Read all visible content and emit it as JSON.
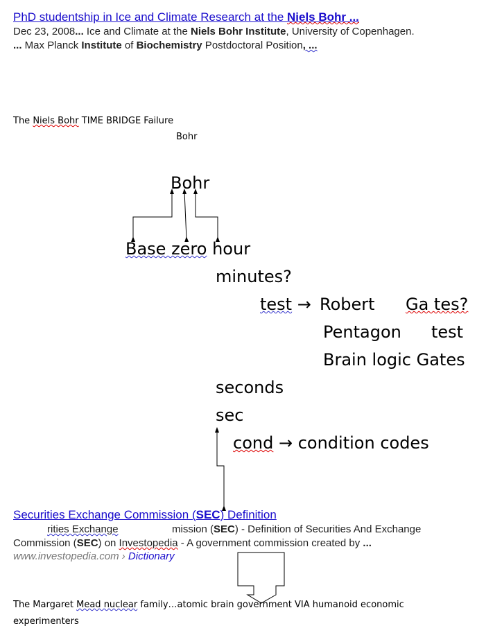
{
  "result1": {
    "title_pre": "PhD studentship in Ice and Climate Research at the ",
    "title_bold": "Niels Bohr ...",
    "line1": {
      "date": "Dec 23, 2008",
      "ell": "...",
      "a": " Ice and Climate at the ",
      "b": "Niels Bohr Institute",
      "c": ", University of Copenhagen."
    },
    "line2": {
      "ell": "...",
      "a": " Max Planck ",
      "b": "Institute",
      "c": " of ",
      "d": "Biochemistry",
      "e": " Postdoctoral Position",
      "f": ", ..."
    }
  },
  "heading": {
    "pre": "The ",
    "niels_bohr": "Niels  Bohr",
    "post": "  TIME BRIDGE Failure"
  },
  "small_bohr": "Bohr",
  "diagram": {
    "bohr": "Bohr",
    "base_zero": "Base  zero",
    "hour": " hour",
    "minutes": "minutes?",
    "test": "test",
    "arrow": "→",
    "robert": "Robert",
    "gates": "Ga tes?",
    "pentagon": "Pentagon",
    "test2": "test",
    "brain": "Brain logic Gates",
    "seconds": "seconds",
    "sec": "sec",
    "cond": "cond",
    "condition": "condition codes"
  },
  "result2": {
    "title_a": "Securities Exchange Commission (",
    "title_b": "SEC",
    "title_c": ") Definition",
    "l1a": "rities  Exchange",
    "l1b": "mission (",
    "l1c": "SEC",
    "l1d": ") - Definition of Securities And Exchange",
    "l2a": "Commission (",
    "l2b": "SEC",
    "l2c": ") on ",
    "l2d": "Investopedia",
    "l2e": " - A government commission created by ",
    "l2f": "...",
    "url": "www.investopedia.com › ",
    "crumb": "Dictionary"
  },
  "footer": {
    "a": "The Margaret   ",
    "b": "Mead  nuclear",
    "c": " family…atomic brain government  VIA humanoid  economic",
    "d": "experimenters"
  }
}
